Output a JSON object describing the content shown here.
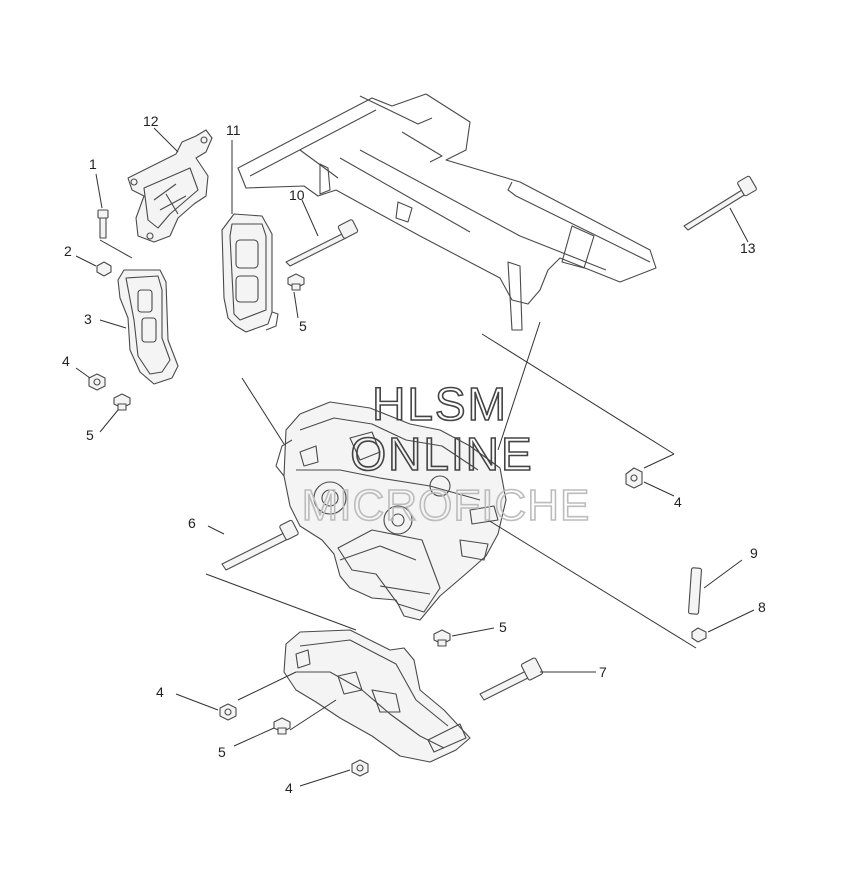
{
  "callouts": {
    "c1": "1",
    "c2": "2",
    "c3": "3",
    "c4a": "4",
    "c5a": "5",
    "c12": "12",
    "c11": "11",
    "c10": "10",
    "c5b": "5",
    "c13": "13",
    "c4b": "4",
    "c6": "6",
    "c9": "9",
    "c8": "8",
    "c5c": "5",
    "c7": "7",
    "c4c": "4",
    "c5d": "5",
    "c4d": "4"
  },
  "watermark": {
    "line1": "HLSM",
    "line2": "ONLINE",
    "line3": "MICROFICHE"
  }
}
